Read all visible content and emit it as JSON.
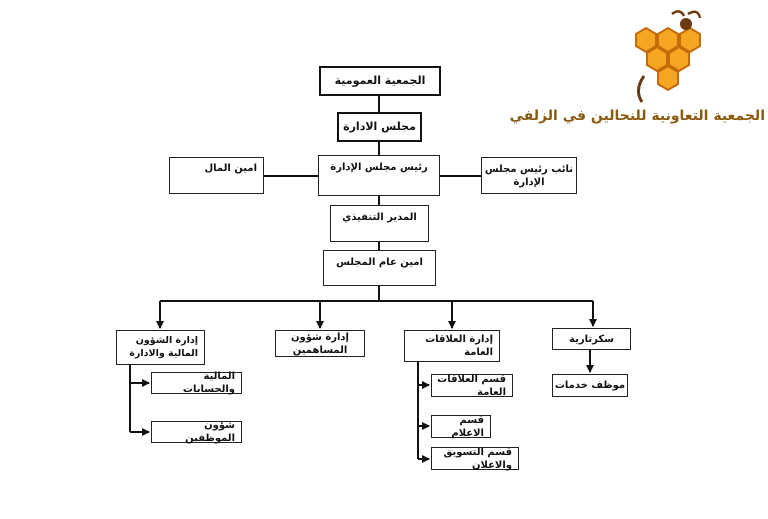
{
  "logo": {
    "org_name": "الجمعية التعاونية للنحالين في الزلفي",
    "colors": {
      "honey": "#f5a623",
      "honey_dark": "#c46a06",
      "bee_brown": "#6b3a10",
      "text": "#8a5a10"
    }
  },
  "chart": {
    "general_assembly": "الجمعية العمومية",
    "board": "مجلس الادارة",
    "chairman": "رئيس مجلس الإدارة",
    "vice_chairman": "نائب رئيس مجلس الإدارة",
    "treasurer": "امين المال",
    "executive_director": "المدير التنفيذي",
    "secretary_general": "امين عام المجلس",
    "departments": {
      "finance_admin": "إدارة الشؤون المالية والادارة",
      "shareholders": "إدارة شؤون المساهمين",
      "public_relations": "إدارة العلاقات العامة",
      "secretariat": "سكرتارية"
    },
    "finance_units": {
      "accounts": "المالية والحسابات",
      "personnel": "شؤون الموظفين"
    },
    "pr_units": {
      "pr_section": "قسم العلاقات العامة",
      "media": "قسم الاعلام",
      "marketing": "قسم التسويق والاعلان"
    },
    "secretariat_units": {
      "services_employee": "موظف خدمات"
    }
  }
}
